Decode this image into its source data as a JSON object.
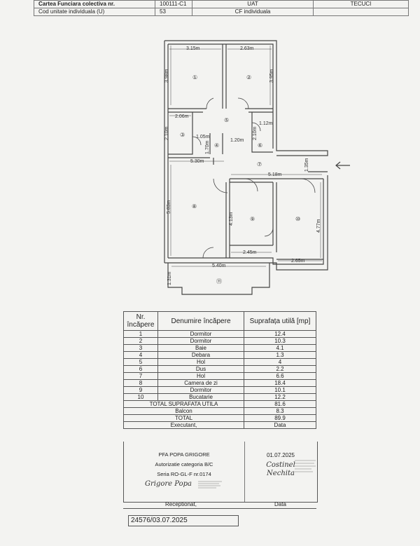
{
  "header": {
    "row1": [
      "Cartea Funciara colectiva nr.",
      "100111-C1",
      "UAT",
      "TECUCI"
    ],
    "row2": [
      "Cod unitate individuala (U)",
      "53",
      "CF individuala",
      ""
    ]
  },
  "plan": {
    "dimensions": [
      "3.15m",
      "2.63m",
      "3.98m",
      "3.95m",
      "2.06m",
      "2.10m",
      "1.12m",
      "2.10m",
      "1.05m",
      "1.70m",
      "1.20m",
      "5.30m",
      "5.18m",
      "1.35m",
      "5.83m",
      "4.13m",
      "4.77m",
      "2.45m",
      "2.65m",
      "5.40m",
      "1.31m"
    ],
    "rooms": [
      "①",
      "②",
      "③",
      "④",
      "⑤",
      "⑥",
      "⑦",
      "⑧",
      "⑨",
      "⑩",
      "⑪"
    ]
  },
  "table": {
    "head": {
      "nr": "Nr. încăpere",
      "name": "Denumire încăpere",
      "area": "Suprafața utilă [mp]"
    },
    "rows": [
      {
        "nr": "1",
        "name": "Dormitor",
        "area": "12.4"
      },
      {
        "nr": "2",
        "name": "Dormitor",
        "area": "10.3"
      },
      {
        "nr": "3",
        "name": "Baie",
        "area": "4.1"
      },
      {
        "nr": "4",
        "name": "Debara",
        "area": "1.3"
      },
      {
        "nr": "5",
        "name": "Hol",
        "area": "4"
      },
      {
        "nr": "6",
        "name": "Dus",
        "area": "2.2"
      },
      {
        "nr": "7",
        "name": "Hol",
        "area": "6.6"
      },
      {
        "nr": "8",
        "name": "Camera de zi",
        "area": "18.4"
      },
      {
        "nr": "9",
        "name": "Dormitor",
        "area": "10.1"
      },
      {
        "nr": "10",
        "name": "Bucatarie",
        "area": "12.2"
      }
    ],
    "total_util_label": "TOTAL SUPRAFATA UTILA",
    "total_util": "81.6",
    "balcon_label": "Balcon",
    "balcon": "8.3",
    "total_label": "TOTAL",
    "total": "89.9",
    "executant_label": "Executant,",
    "data_label": "Data"
  },
  "signatory": {
    "company": "PFA POPA GRIGORE",
    "authorization": "Autorizatie categoria B/C",
    "series": "Seria RO-GL-F nr.0174",
    "signature": "Grigore Popa",
    "date": "01.07.2025",
    "signature2_line1": "Costinel",
    "signature2_line2": "Nechita"
  },
  "footer": {
    "receptionat_label": "Receptionat,",
    "data_label": "Data",
    "reference": "24576/03.07.2025"
  }
}
